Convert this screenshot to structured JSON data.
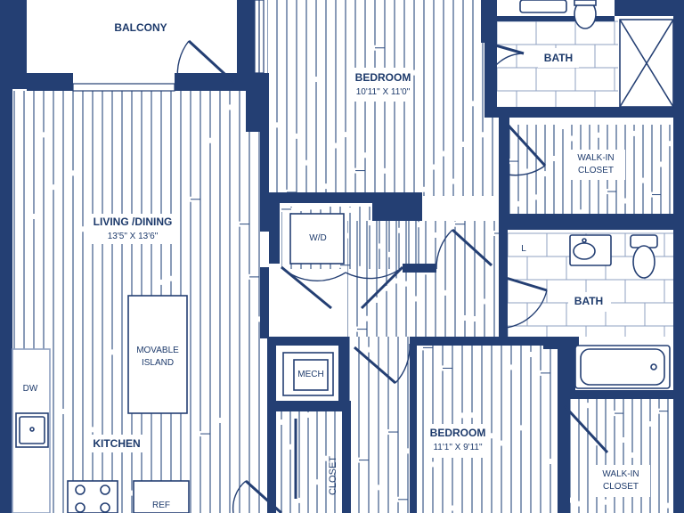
{
  "colors": {
    "wall": "#243f73",
    "ink": "#1d3a6b",
    "floor_line": "#2b4a7e",
    "tile_line": "#8fa1c2",
    "background": "#ffffff"
  },
  "rooms": {
    "balcony": {
      "name": "BALCONY"
    },
    "bedroom_1": {
      "name": "BEDROOM",
      "size": "10'11\" X 11'0\""
    },
    "bath_1": {
      "name": "BATH"
    },
    "walk_in_closet_1": {
      "line1": "WALK-IN",
      "line2": "CLOSET"
    },
    "living_dining": {
      "name": "LIVING /DINING",
      "size": "13'5\" X 13'6\""
    },
    "washer_dryer": {
      "name": "W/D"
    },
    "linen": {
      "name": "L"
    },
    "bath_2": {
      "name": "BATH"
    },
    "island": {
      "line1": "MOVABLE",
      "line2": "ISLAND"
    },
    "mech": {
      "name": "MECH"
    },
    "dishwasher": {
      "name": "DW"
    },
    "kitchen": {
      "name": "KITCHEN"
    },
    "bedroom_2": {
      "name": "BEDROOM",
      "size": "11'1\" X 9'11\""
    },
    "walk_in_closet_2": {
      "line1": "WALK-IN",
      "line2": "CLOSET"
    },
    "closet": {
      "name": "CLOSET"
    },
    "refrigerator": {
      "name": "REF"
    }
  }
}
